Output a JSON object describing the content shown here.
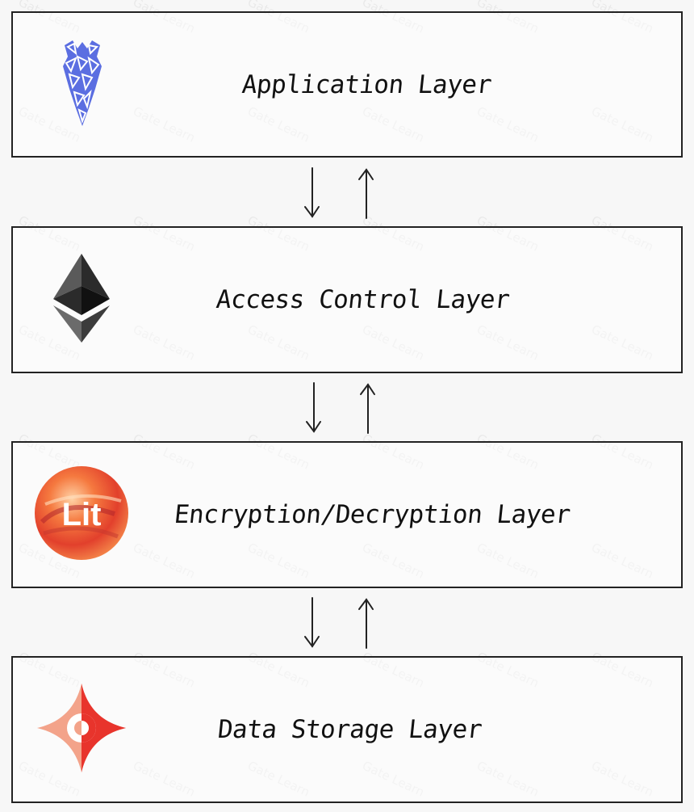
{
  "layers": [
    {
      "label": "Application Layer",
      "icon": "carrot-icon"
    },
    {
      "label": "Access Control Layer",
      "icon": "ethereum-icon"
    },
    {
      "label": "Encryption/Decryption Layer",
      "icon": "lit-protocol-icon",
      "logo_text": "Lit"
    },
    {
      "label": "Data Storage Layer",
      "icon": "storage-star-icon"
    }
  ],
  "watermark": "Gate Learn",
  "colors": {
    "carrot": "#5b6ee1",
    "ethereum_dark": "#2b2b2b",
    "lit_orange": "#f26a3b",
    "storage_red": "#e8342c",
    "storage_peach": "#f3a38a"
  }
}
